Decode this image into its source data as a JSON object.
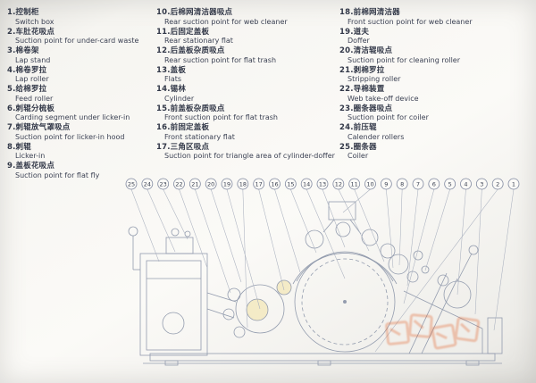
{
  "colors": {
    "ink": "#323848",
    "drawing_line": "#939cae",
    "watermark": "#e2622b",
    "paper": "#fbfaf7"
  },
  "legend": {
    "columns": [
      {
        "items": [
          {
            "label": "1.控制柜",
            "en": "Switch box"
          },
          {
            "label": "2.车肚花吸点",
            "en": "Suction point for under-card waste"
          },
          {
            "label": "3.棉卷架",
            "en": "Lap stand"
          },
          {
            "label": "4.棉卷罗拉",
            "en": "Lap roller"
          },
          {
            "label": "5.给棉罗拉",
            "en": "Feed roller"
          },
          {
            "label": "6.刺辊分梳板",
            "en": "Carding segment under licker-in"
          },
          {
            "label": "7.刺辊放气罩吸点",
            "en": "Suction point for licker-in hood"
          },
          {
            "label": "8.刺辊",
            "en": "Licker-in"
          },
          {
            "label": "9.盖板花吸点",
            "en": "Suction point for flat fly"
          }
        ]
      },
      {
        "items": [
          {
            "label": "10.后棉网清洁器吸点",
            "en": "Rear suction point for web cleaner"
          },
          {
            "label": "11.后固定盖板",
            "en": "Rear stationary flat"
          },
          {
            "label": "12.后盖板杂质吸点",
            "en": "Rear suction point for flat trash"
          },
          {
            "label": "13.盖板",
            "en": "Flats"
          },
          {
            "label": "14.锡林",
            "en": "Cylinder"
          },
          {
            "label": "15.前盖板杂质吸点",
            "en": "Front suction point for flat trash"
          },
          {
            "label": "16.前固定盖板",
            "en": "Front stationary flat"
          },
          {
            "label": "17.三角区吸点",
            "en": "Suction point for triangle area of cylinder-doffer"
          }
        ]
      },
      {
        "items": [
          {
            "label": "18.前棉网清洁器",
            "en": "Front suction point for web cleaner"
          },
          {
            "label": "19.道夫",
            "en": "Doffer"
          },
          {
            "label": "20.清洁辊吸点",
            "en": "Suction point for cleaning roller"
          },
          {
            "label": "21.剥棉罗拉",
            "en": "Stripping roller"
          },
          {
            "label": "22.导棉装置",
            "en": "Web take-off device"
          },
          {
            "label": "23.圈条器吸点",
            "en": "Suction point for coiler"
          },
          {
            "label": "24.前压辊",
            "en": "Calender rollers"
          },
          {
            "label": "25.圈条器",
            "en": "Coiler"
          }
        ]
      }
    ]
  },
  "diagram": {
    "callouts": [
      "25",
      "24",
      "23",
      "22",
      "21",
      "20",
      "19",
      "18",
      "17",
      "16",
      "15",
      "14",
      "13",
      "12",
      "11",
      "10",
      "9",
      "8",
      "7",
      "6",
      "5",
      "4",
      "3",
      "2",
      "1"
    ]
  }
}
